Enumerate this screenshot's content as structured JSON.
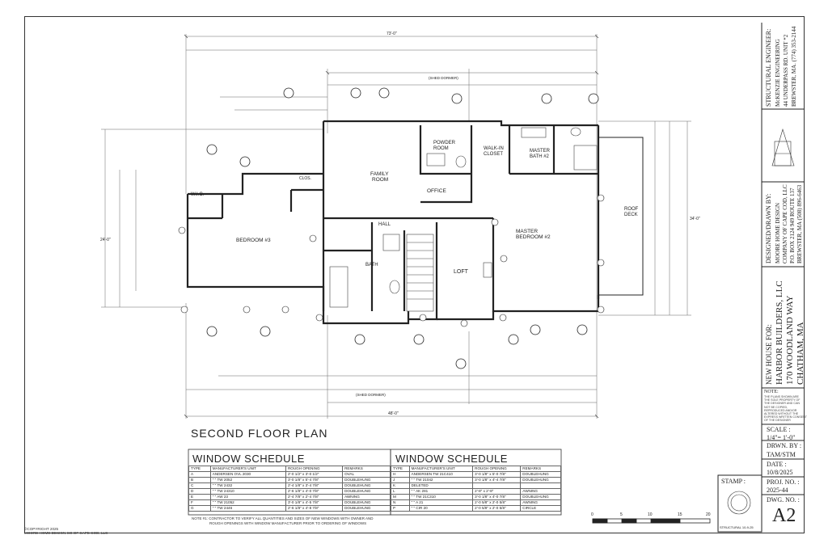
{
  "sheet": {
    "title": "SECOND FLOOR PLAN",
    "copyright": [
      "©COPYRIGHT 2025",
      "MOORE HOME DESIGN CO OF CAPE COD, LLC"
    ]
  },
  "rooms": {
    "wic": "W.I.C.",
    "bedroom3": "BEDROOM #3",
    "family_room": [
      "FAMILY",
      "ROOM"
    ],
    "powder_room": [
      "POWDER",
      "ROOM"
    ],
    "walk_in_closet": [
      "WALK-IN",
      "CLOSET"
    ],
    "master_bath2": [
      "MASTER",
      "BATH #2"
    ],
    "office": "OFFICE",
    "hall": "HALL",
    "bath": "BATH",
    "loft": "LOFT",
    "master_bedroom2": [
      "MASTER",
      "BEDROOM #2"
    ],
    "roof_deck": [
      "ROOF",
      "DECK"
    ],
    "closet": "CLOS."
  },
  "dimensions": {
    "overall_top": "73'-0\"",
    "overall_bottom": "48'-0\"",
    "right_side": "34'-0\"",
    "left_side": "24'-0\"",
    "dormer": "(SHED DORMER)"
  },
  "window_schedule_left": {
    "title": "WINDOW SCHEDULE",
    "headers": [
      "TYPE",
      "MANUFACTURER'S UNIT",
      "ROUGH OPENING",
      "REMARKS"
    ],
    "rows": [
      [
        "A",
        "ANDERSEN OVL 2030",
        "2'-0 1/2\" x 3'-0 1/2\"",
        "OVAL"
      ],
      [
        "B",
        "\"   \"  TW 2052",
        "3'-0 1/8\" x 5'-4 7/8\"",
        "DOUBLEHUNG"
      ],
      [
        "C",
        "\"   \"  TW 2432",
        "2'-4 1/8\" x 3'-4 7/8\"",
        "DOUBLEHUNG"
      ],
      [
        "D",
        "\"   \"  TW 24310",
        "2'-6 1/8\" x 4'-0 7/8\"",
        "DOUBLEHUNG"
      ],
      [
        "E",
        "\"   \"  AW 23",
        "2'-4 7/8\" x 2'-4 7/8\"",
        "AWNING"
      ],
      [
        "F",
        "\"   \"  TW 21052",
        "3'-0 1/8\" x 4'-5 7/8\"",
        "DOUBLEHUNG"
      ],
      [
        "G",
        "\"   \"  TW 2446",
        "2'-6 1/8\" x 4'-8 7/8\"",
        "DOUBLEHUNG"
      ]
    ]
  },
  "window_schedule_right": {
    "title": "WINDOW SCHEDULE",
    "headers": [
      "TYPE",
      "MANUFACTURER'S UNIT",
      "ROUGH OPENING",
      "REMARKS"
    ],
    "rows": [
      [
        "H",
        "ANDERSEN TW 21C410",
        "3'-0 1/8\" x 5'-0 7/8\"",
        "DOUBLEHUNG"
      ],
      [
        "J",
        "\"   \"  TW 21042",
        "3'-0 1/8\" x 4'-4 7/8\"",
        "DOUBLEHUNG"
      ],
      [
        "K",
        "DELETED",
        "",
        ""
      ],
      [
        "L",
        "\"   \"  AK 281",
        "2'-8\" x 2'-8\"",
        "AWNING"
      ],
      [
        "M",
        "\"   \"  TW 21C310",
        "3'-0 1/8\" x 4'-0 7/8\"",
        "DOUBLEHUNG"
      ],
      [
        "N",
        "\"   \"  A 21",
        "2'-0 5/8\" x 2'-0 5/8\"",
        "AWNING"
      ],
      [
        "P",
        "\"   \"  CIR 20",
        "2'-0 5/8\" x 2'-0 5/8\"",
        "CIRCLE"
      ]
    ]
  },
  "schedule_note": [
    "NOTE #1: CONTRACTOR TO VERIFY ALL QUANTITIES AND SIZES OF NEW WINDOWS WITH OWNER AND",
    "ROUGH OPENINGS WITH WINDOW MANUFACTURER PRIOR TO ORDERING OF WINDOWS"
  ],
  "scale_bar": [
    "0",
    "5",
    "10",
    "15",
    "20"
  ],
  "title_block": {
    "engineer_label": "STRUCTURAL ENGINEER:",
    "engineer_lines": [
      "McKENZIE ENGINEERING",
      "44 UNDERPASS RD. UNIT *2",
      "BREWSTER, MA.    (774) 353-2144"
    ],
    "designer_label": "DESIGNED/DRAWN BY:",
    "designer_lines": [
      "MOORE HOME DESIGN",
      "COMPANY OF CAPE COD, LLC",
      "P.O. BOX 2124  949 ROUTE 137",
      "BREWSTER, MA    (508) 896-6463"
    ],
    "project_label": "NEW HOUSE FOR:",
    "project_lines": [
      "HARBOR BUILDERS, LLC",
      "170 WOODLAND WAY",
      "CHATHAM, MA"
    ],
    "note_label": "NOTE:",
    "note_lines": [
      "THE PLANS SHOWN ARE",
      "THE SOLE PROPERTY OF",
      "THE DESIGNER AND CAN",
      "NOT BE COPIED,",
      "REPRODUCED AND/OR",
      "ALTERED WITHOUT THE",
      "EXPRESS WRITTEN CONSENT",
      "OF THE DESIGNER"
    ],
    "scale_label": "SCALE :",
    "scale_value": "1/4\"= 1'-0\"",
    "drawn_label": "DRWN. BY :",
    "drawn_value": "TAM/STM",
    "date_label": "DATE :",
    "date_value": "10/8/2025",
    "proj_label": "PROJ. NO. :",
    "proj_value": "2025-44",
    "dwg_label": "DWG. NO. :",
    "dwg_value": "A2",
    "stamp_label": "STAMP :",
    "stamp_footer": "STRUCTURAL 10-9-25"
  }
}
